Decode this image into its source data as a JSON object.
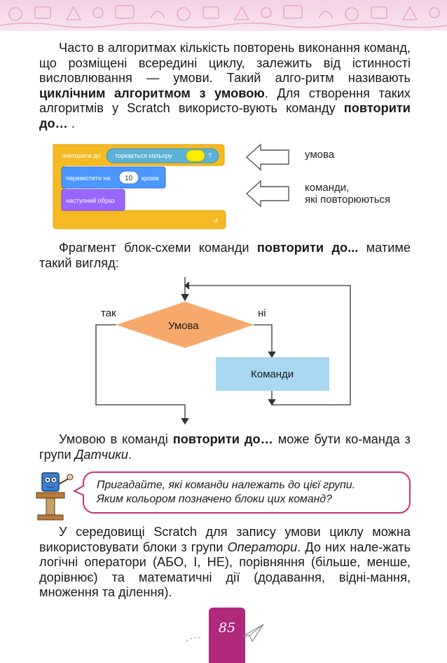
{
  "paragraph1": {
    "text_a": "Часто в алгоритмах кількість повторень виконання команд, що розміщені всередині циклу, залежить від істинності висловлювання — умови. Такий алго-ритм називають ",
    "bold_a": "циклічним алгоритмом з умовою",
    "text_b": ". Для створення таких алгоритмів у Scratch використо-вують команду ",
    "bold_b": "повторити до…",
    "text_c": " ."
  },
  "scratch_block": {
    "repeat_until_label": "повторити до",
    "touching_color_label": "торкається кольору",
    "question_mark": "?",
    "move_label": "перемістити на",
    "move_value": "10",
    "steps_label": "кроків",
    "next_costume_label": "наступний образ",
    "loop_arrow": "↺",
    "colors": {
      "control": "#f5b921",
      "sensing": "#5cb1d6",
      "motion": "#4c97ff",
      "looks": "#9966ff",
      "swatch": "#ffee00"
    }
  },
  "arrow_labels": {
    "condition": "умова",
    "commands_line1": "команди,",
    "commands_line2": "які повторюються"
  },
  "paragraph2": {
    "text_a": "Фрагмент блок-схеми команди ",
    "bold_a": "повторити до...",
    "text_b": " матиме такий вигляд:"
  },
  "flowchart": {
    "yes_label": "так",
    "no_label": "ні",
    "condition_label": "Умова",
    "commands_label": "Команди",
    "colors": {
      "diamond": "#f6a96b",
      "box": "#a9d8f2"
    }
  },
  "paragraph3": {
    "text_a": "Умовою в команді ",
    "bold_a": "повторити до…",
    "text_b": " може бути ко-манда з групи ",
    "italic_a": "Датчики",
    "text_c": "."
  },
  "bubble": {
    "line1": "Пригадайте, які команди належать до цієї групи.",
    "line2": "Яким кольором позначено блоки цих команд?"
  },
  "paragraph4": {
    "text_a": "У середовищі Scratch для запису умови циклу можна використовувати блоки з групи ",
    "italic_a": "Оператори",
    "text_b": ". До них нале-жать логічні оператори (АБО, І, НЕ), порівняння (більше, менше, дорівнює) та математичні дії (додавання, відні-мання, множення та ділення)."
  },
  "page_number": "85"
}
